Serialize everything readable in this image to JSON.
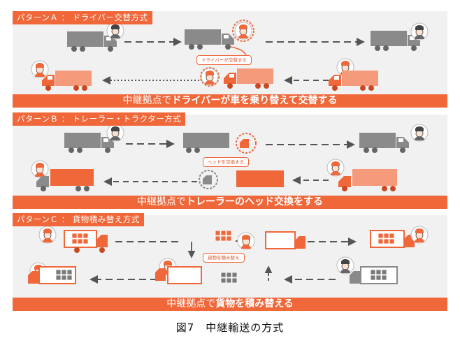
{
  "patterns": [
    {
      "tag": "パターンＡ ： ドライバー交替方式",
      "bubble": "ドライバーが交替する",
      "band_prefix": "中継拠点で",
      "band_bold": "ドライバーが車を乗り替えて交替する"
    },
    {
      "tag": "パターンＢ ： トレーラー・トラクター方式",
      "bubble": "ヘッドを交換する",
      "band_prefix": "中継拠点で",
      "band_bold": "トレーラーのヘッド交換をする"
    },
    {
      "tag": "パターンＣ ： 貨物積み替え方式",
      "bubble": "貨物を積み替え",
      "band_prefix": "中継拠点で",
      "band_bold": "貨物を積み替える"
    }
  ],
  "caption": "図7　中継輸送の方式",
  "colors": {
    "accent": "#f0673a",
    "gray_truck": "#8a8a8a",
    "panel_bg": "#f1f1f1"
  },
  "icons": [
    "truck-icon",
    "driver-icon",
    "cargo-box-icon",
    "arrow-icon"
  ]
}
